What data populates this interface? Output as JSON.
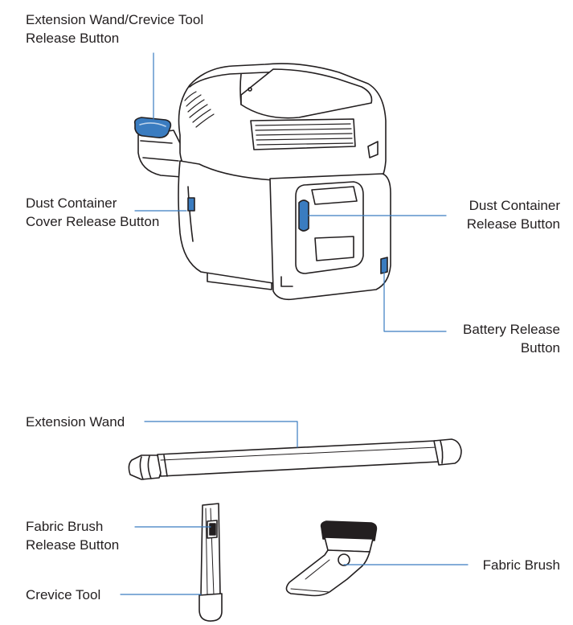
{
  "labels": {
    "wand_release": [
      "Extension Wand/Crevice Tool",
      "Release Button"
    ],
    "dust_cover_release": [
      "Dust Container",
      "Cover Release Button"
    ],
    "dust_container_release": [
      "Dust Container",
      "Release Button"
    ],
    "battery_release": [
      "Battery Release",
      "Button"
    ],
    "extension_wand": "Extension Wand",
    "fabric_brush_release": [
      "Fabric Brush",
      "Release Button"
    ],
    "crevice_tool": "Crevice Tool",
    "fabric_brush": "Fabric Brush"
  },
  "colors": {
    "accent": "#3a7cc0",
    "line": "#231f20",
    "fill": "#ffffff",
    "shade": "#e6e9ee"
  }
}
